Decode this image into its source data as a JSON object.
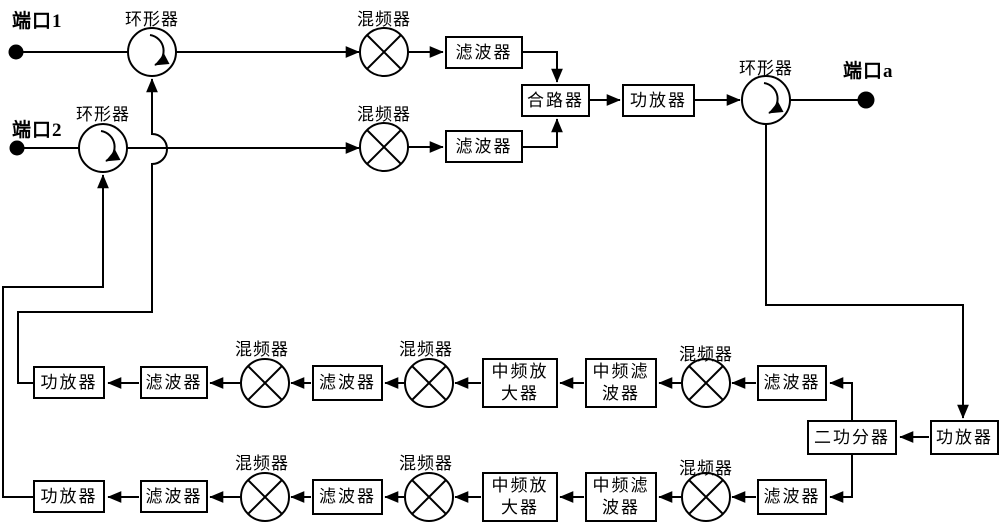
{
  "figure": {
    "ports": {
      "port1": "端口1",
      "port2": "端口2",
      "portA": "端口a"
    },
    "components": {
      "circulator": "环形器",
      "mixer": "混频器",
      "filter": "滤波器",
      "combiner": "合路器",
      "power_amp": "功放器",
      "if_amp_line1": "中频放",
      "if_amp_line2": "大器",
      "if_filter_line1": "中频滤",
      "if_filter_line2": "波器",
      "two_way_divider": "二功分器"
    },
    "colors": {
      "line": "#000000",
      "background": "#ffffff"
    }
  }
}
